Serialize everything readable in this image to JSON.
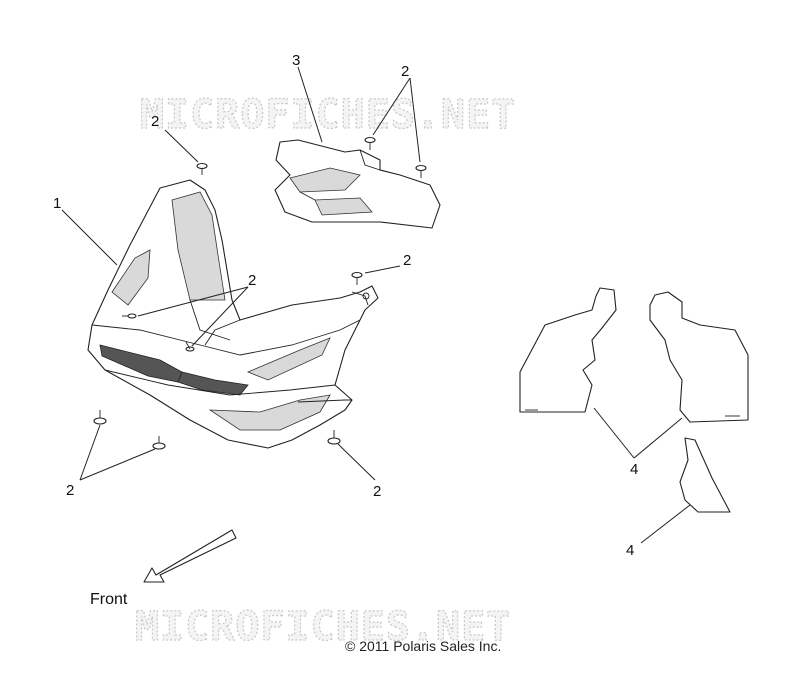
{
  "diagram": {
    "watermark_text": "MICROFICHES.NET",
    "copyright": "© 2011 Polaris Sales Inc.",
    "direction_label": "Front",
    "callouts": {
      "c1": "1",
      "c2_top_left": "2",
      "c2_top_right": "2",
      "c2_center": "2",
      "c2_right_mid": "2",
      "c2_bottom_left": "2",
      "c2_bottom_right": "2",
      "c3": "3",
      "c4_mid": "4",
      "c4_bottom": "4"
    }
  }
}
